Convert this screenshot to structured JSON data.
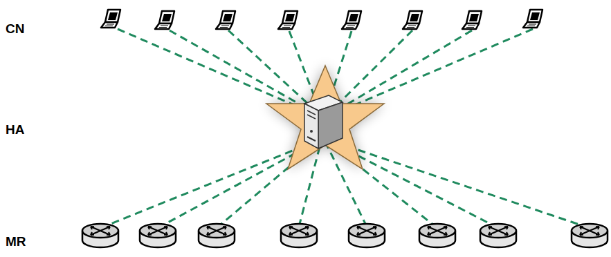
{
  "diagram": {
    "labels": [
      "CN",
      "HA",
      "MR"
    ]
  }
}
